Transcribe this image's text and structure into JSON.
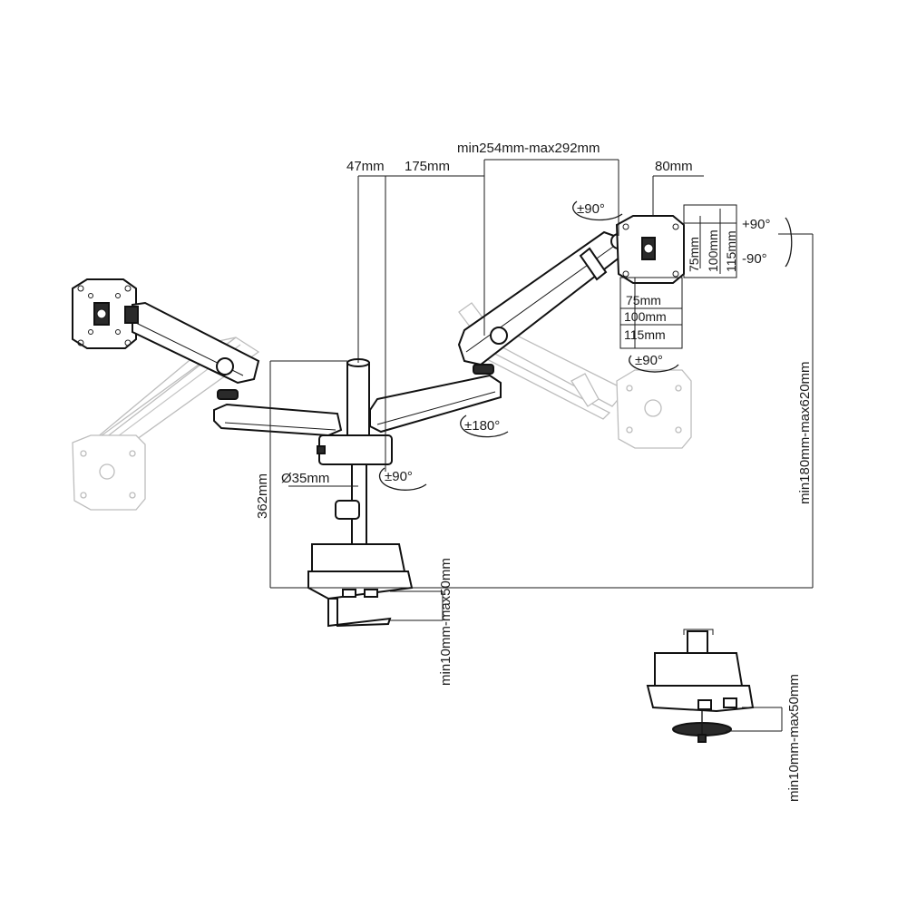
{
  "dimensions": {
    "column_width": "47mm",
    "arm_length_lower": "175mm",
    "arm_length_upper": "min254mm-max292mm",
    "vesa_offset": "80mm",
    "pole_diameter": "Ø35mm",
    "pole_height": "362mm",
    "height_range": "min180mm-max620mm",
    "clamp_range": "min10mm-max50mm",
    "clamp_range_grommet": "min10mm-max50mm"
  },
  "vesa": {
    "vertical": [
      "75mm",
      "100mm",
      "115mm"
    ],
    "horizontal": [
      "75mm",
      "100mm",
      "115mm"
    ]
  },
  "rotations": {
    "swivel_head": "±90°",
    "tilt_up": "+90°",
    "tilt_down": "-90°",
    "rotate_head": "±90°",
    "arm_swivel": "±180°",
    "base_swivel": "±90°"
  }
}
